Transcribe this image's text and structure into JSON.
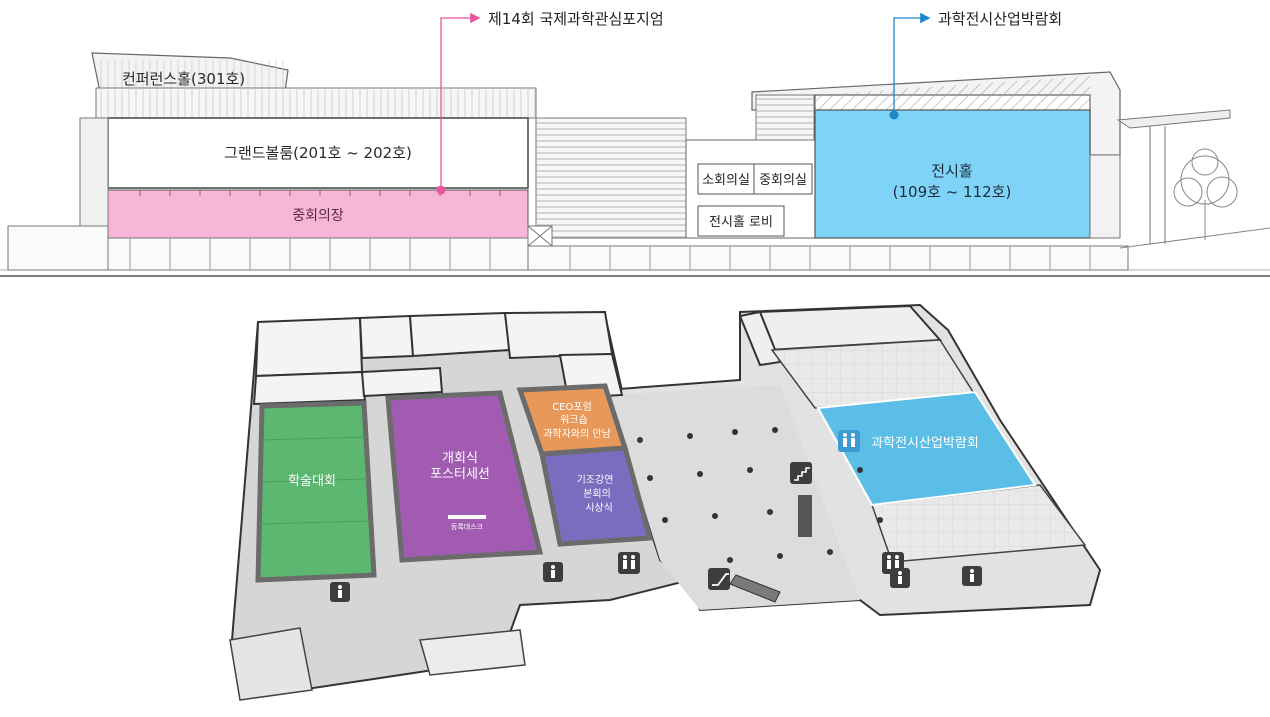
{
  "section_view": {
    "callout_symposium": "제14회 국제과학관심포지엄",
    "callout_expo": "과학전시산업박람회",
    "conference_hall": "컨퍼런스홀(301호)",
    "grand_ballroom": "그랜드볼룸(201호 ~ 202호)",
    "medium_conf_hall": "중회의장",
    "small_conf_room": "소회의실",
    "medium_conf_room": "중회의실",
    "exhibition_lobby": "전시홀 로비",
    "exhibition_hall_line1": "전시홀",
    "exhibition_hall_line2": "(109호 ~ 112호)"
  },
  "floor_plan": {
    "academic_conference": "학술대회",
    "opening_line1": "개회식",
    "opening_line2": "포스터세션",
    "registration_desk": "등록데스크",
    "ceo_line1": "CEO포럼",
    "ceo_line2": "워크숍",
    "ceo_line3": "과학자와의 만남",
    "keynote_line1": "기조강연",
    "keynote_line2": "본회의",
    "keynote_line3": "시상식",
    "expo": "과학전시산업박람회"
  },
  "colors": {
    "symposium_accent": "#e8569b",
    "expo_accent": "#1f86c8",
    "medium_conf_fill": "#f7b6d8",
    "exhibition_fill": "#7fd3f6",
    "academic_fill": "#5cb870",
    "opening_fill": "#a15bb0",
    "ceo_fill": "#e89859",
    "keynote_fill": "#7a6cbf",
    "expo_floor_fill": "#5abee6"
  },
  "icons": [
    "arrow-right-icon",
    "restroom-icon",
    "stairs-icon",
    "escalator-icon",
    "tree-icon"
  ]
}
